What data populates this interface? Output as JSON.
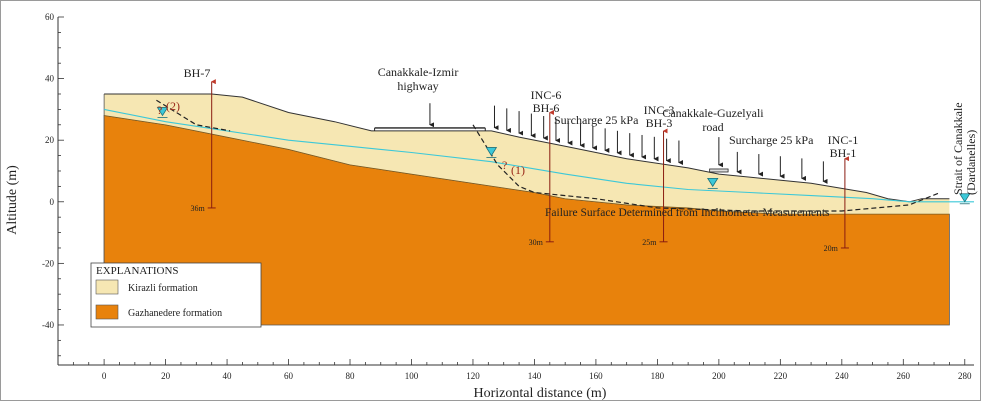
{
  "axes": {
    "xlabel": "Horizontal distance (m)",
    "ylabel": "Altitude (m)",
    "xlim": [
      -15,
      283
    ],
    "ylim": [
      -53,
      60
    ],
    "xticks": [
      0,
      20,
      40,
      60,
      80,
      100,
      120,
      140,
      160,
      180,
      200,
      220,
      240,
      260,
      280
    ],
    "yticks": [
      -40,
      -20,
      0,
      20,
      40,
      60
    ]
  },
  "legend": {
    "title": "EXPLANATIONS",
    "items": [
      {
        "label": "Kirazli formation",
        "color": "#f6e7b3"
      },
      {
        "label": "Gazhanedere formation",
        "color": "#e8820c"
      }
    ]
  },
  "colors": {
    "kirazli": "#f6e7b3",
    "gazhanedere": "#e8820c",
    "groundwater": "#3cc8d8",
    "borehole": "#c0392b",
    "outline": "#333333"
  },
  "profile": {
    "ground_surface": [
      [
        0,
        35
      ],
      [
        18,
        35
      ],
      [
        35,
        35
      ],
      [
        45,
        34
      ],
      [
        60,
        29
      ],
      [
        75,
        26
      ],
      [
        87,
        23
      ],
      [
        93,
        23
      ],
      [
        110,
        23
      ],
      [
        126,
        23
      ],
      [
        135,
        21
      ],
      [
        150,
        18
      ],
      [
        170,
        14
      ],
      [
        190,
        11
      ],
      [
        200,
        9
      ],
      [
        210,
        8
      ],
      [
        230,
        6
      ],
      [
        248,
        3
      ],
      [
        255,
        1
      ],
      [
        262,
        0
      ],
      [
        266,
        1
      ],
      [
        275,
        1
      ]
    ],
    "contact_surface": [
      [
        0,
        28
      ],
      [
        20,
        25
      ],
      [
        40,
        21
      ],
      [
        60,
        17
      ],
      [
        80,
        12
      ],
      [
        100,
        9
      ],
      [
        120,
        6
      ],
      [
        140,
        3
      ],
      [
        150,
        1
      ],
      [
        170,
        -1
      ],
      [
        190,
        -2
      ],
      [
        200,
        -3
      ],
      [
        220,
        -4
      ],
      [
        240,
        -4
      ],
      [
        262,
        -4
      ],
      [
        275,
        -4
      ]
    ],
    "groundwater_table": [
      [
        0,
        30
      ],
      [
        20,
        26
      ],
      [
        40,
        23
      ],
      [
        60,
        20
      ],
      [
        80,
        18
      ],
      [
        100,
        16
      ],
      [
        126,
        13
      ],
      [
        150,
        9
      ],
      [
        170,
        6
      ],
      [
        190,
        4
      ],
      [
        210,
        3
      ],
      [
        230,
        2
      ],
      [
        250,
        1
      ],
      [
        262,
        0
      ],
      [
        275,
        0
      ],
      [
        283,
        0
      ]
    ],
    "failure_surface_1": [
      [
        120,
        25
      ],
      [
        128,
        12
      ],
      [
        135,
        5
      ],
      [
        140,
        3
      ],
      [
        160,
        1
      ],
      [
        180,
        -2
      ],
      [
        210,
        -3
      ],
      [
        240,
        -3
      ],
      [
        262,
        -1
      ],
      [
        272,
        3
      ]
    ],
    "failure_surface_2": [
      [
        17,
        33
      ],
      [
        30,
        25
      ],
      [
        41,
        23
      ]
    ],
    "base": -40
  },
  "boreholes": [
    {
      "name": "BH-7",
      "x": 35,
      "top": 39,
      "bottom": -2,
      "depth_label": "36m"
    },
    {
      "name": "BH-6",
      "inc": "INC-6",
      "x": 145,
      "top": 29,
      "bottom": -13,
      "depth_label": "30m"
    },
    {
      "name": "BH-3",
      "inc": "INC-3",
      "x": 182,
      "top": 23,
      "bottom": -13,
      "depth_label": "25m"
    },
    {
      "name": "BH-1",
      "inc": "INC-1",
      "x": 241,
      "top": 14,
      "bottom": -15,
      "depth_label": "20m"
    }
  ],
  "water_markers": [
    [
      19,
      28
    ],
    [
      126,
      15
    ],
    [
      198,
      5
    ],
    [
      280,
      0
    ]
  ],
  "labels": {
    "bh7": "BH-7",
    "inc6": "INC-6",
    "bh6": "BH-6",
    "inc3": "INC-3",
    "bh3": "BH-3",
    "inc1": "INC-1",
    "bh1": "BH-1",
    "highway": [
      "Canakkale-Izmir",
      "highway"
    ],
    "road": [
      "Canakkale-Guzelyali",
      "road"
    ],
    "surcharge1": "Surcharge 25 kPa",
    "surcharge2": "Surcharge 25 kPa",
    "failure": "Failure Surface Determined from Inclinometer Measurements",
    "strait": [
      "Strait of Canakkale",
      "(Dardanelles)"
    ],
    "fs1": "(1)",
    "fs2": "(2)",
    "q_mark": "?"
  },
  "surcharge_arrows_1": [
    127,
    131,
    135,
    139,
    143,
    147,
    151,
    155,
    159,
    163,
    167,
    171,
    175,
    179,
    183,
    187
  ],
  "surcharge_arrows_2": [
    206,
    213,
    220,
    227,
    234
  ],
  "highway_x": [
    88,
    124
  ],
  "road_x": [
    197,
    203
  ]
}
